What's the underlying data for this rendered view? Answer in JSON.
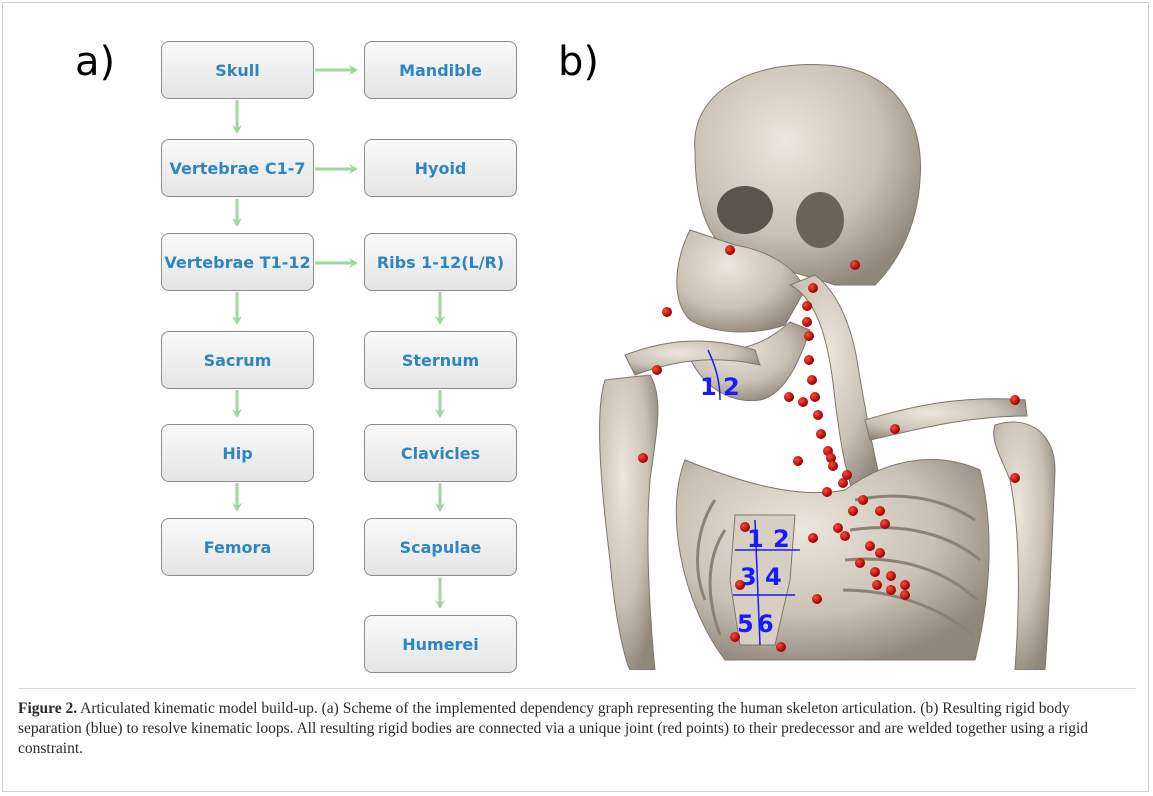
{
  "panel_a": {
    "label": "a)",
    "nodes": {
      "skull": "Skull",
      "mandible": "Mandible",
      "vertebrae_c": "Vertebrae C1-7",
      "hyoid": "Hyoid",
      "vertebrae_t": "Vertebrae T1-12",
      "ribs": "Ribs 1-12(L/R)",
      "sacrum": "Sacrum",
      "sternum": "Sternum",
      "hip": "Hip",
      "clavicles": "Clavicles",
      "femora": "Femora",
      "scapulae": "Scapulae",
      "humerei": "Humerei"
    },
    "arrow_color": "#9fd79f"
  },
  "panel_b": {
    "label": "b)",
    "mandible_segments": [
      "1",
      "2"
    ],
    "sternum_segments": [
      "1",
      "2",
      "3",
      "4",
      "5",
      "6"
    ],
    "segment_color": "#1a1aff",
    "joint_color": "#c40000"
  },
  "caption": {
    "label": "Figure 2.",
    "text": " Articulated kinematic model build-up. (a) Scheme of the implemented dependency graph representing the human skeleton articulation. (b) Resulting rigid body separation (blue) to resolve kinematic loops. All resulting rigid bodies are connected via a unique joint (red points) to their predecessor and are welded together using a rigid constraint."
  }
}
